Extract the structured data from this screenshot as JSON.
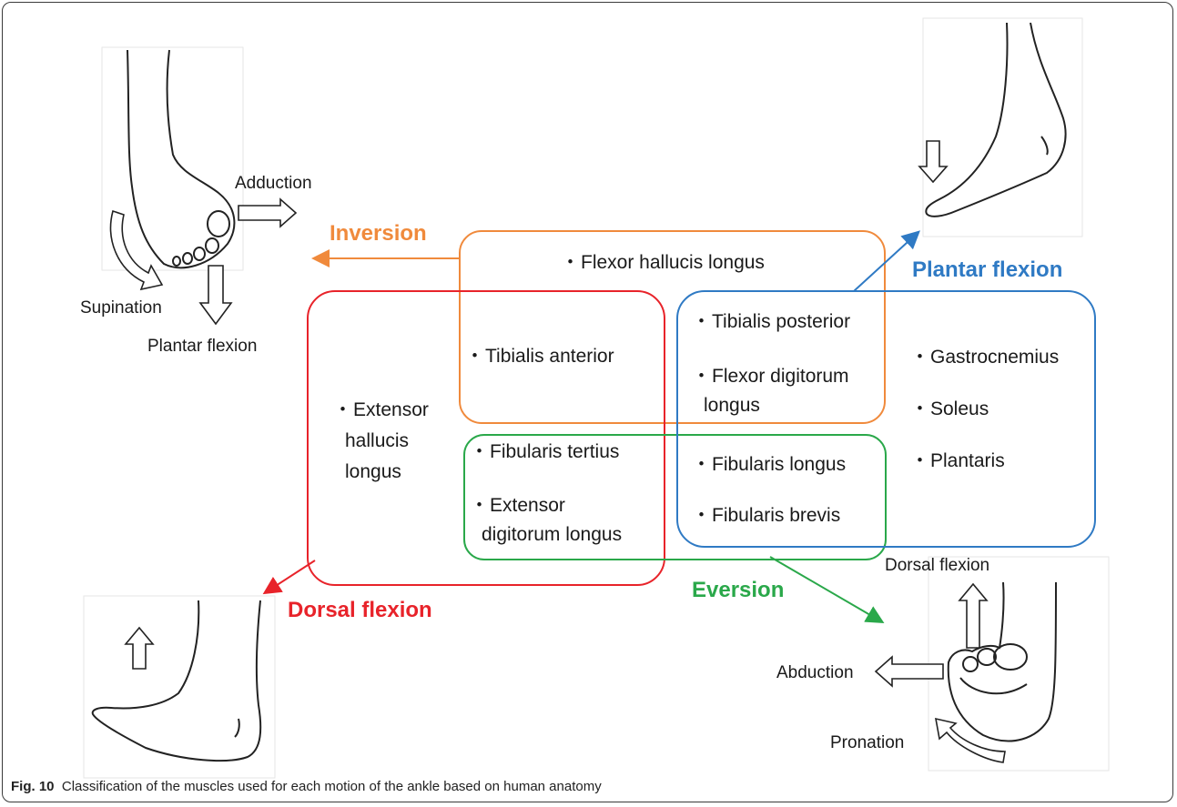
{
  "caption": {
    "label": "Fig. 10",
    "text": "Classification of the muscles used for each motion of the ankle based on human anatomy"
  },
  "categories": {
    "inversion": {
      "label": "Inversion",
      "color": "#f08a3c"
    },
    "plantar_flexion": {
      "label": "Plantar flexion",
      "color": "#2f7ac4"
    },
    "dorsal_flexion": {
      "label": "Dorsal flexion",
      "color": "#e8232a"
    },
    "eversion": {
      "label": "Eversion",
      "color": "#2aa84a"
    }
  },
  "muscles": {
    "flexor_hallucis_longus": "Flexor hallucis longus",
    "tibialis_anterior": "Tibialis anterior",
    "extensor_hallucis_longus": [
      "Extensor",
      "hallucis",
      "longus"
    ],
    "tibialis_posterior": "Tibialis posterior",
    "flexor_digitorum_longus": [
      "Flexor digitorum",
      "longus"
    ],
    "gastrocnemius": "Gastrocnemius",
    "soleus": "Soleus",
    "plantaris": "Plantaris",
    "fibularis_tertius": "Fibularis tertius",
    "extensor_digitorum_longus": [
      "Extensor",
      "digitorum longus"
    ],
    "fibularis_longus": "Fibularis longus",
    "fibularis_brevis": "Fibularis brevis"
  },
  "foot_labels": {
    "adduction": "Adduction",
    "supination": "Supination",
    "plantar_flexion_tl": "Plantar flexion",
    "dorsal_flexion_br": "Dorsal flexion",
    "abduction": "Abduction",
    "pronation": "Pronation"
  }
}
